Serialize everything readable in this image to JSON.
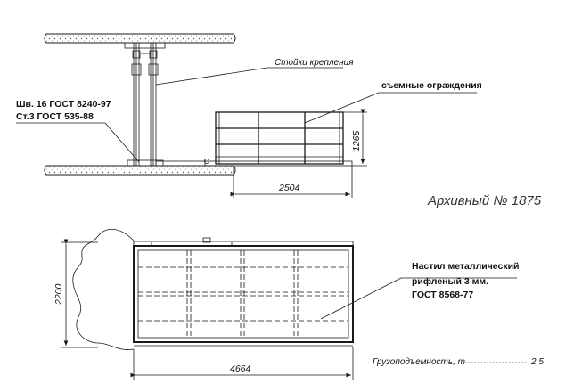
{
  "labels": {
    "mounting_posts": "Стойки крепления",
    "removable_rails": "съемные ограждения",
    "channel_line1": "Шв. 16 ГОСТ 8240-97",
    "channel_line2": "Ст.3 ГОСТ  535-88",
    "deck_line1": "Настил металлический",
    "deck_line2": "рифленый 3 мм.",
    "deck_line3": "ГОСТ 8568-77",
    "archive": "Архивный № 1875",
    "capacity_label": "Грузоподъемность, т",
    "capacity_value": "2,5"
  },
  "dimensions": {
    "railing_height": "1265",
    "platform_length_side": "2504",
    "platform_width_plan": "2200",
    "platform_length_plan": "4664"
  }
}
